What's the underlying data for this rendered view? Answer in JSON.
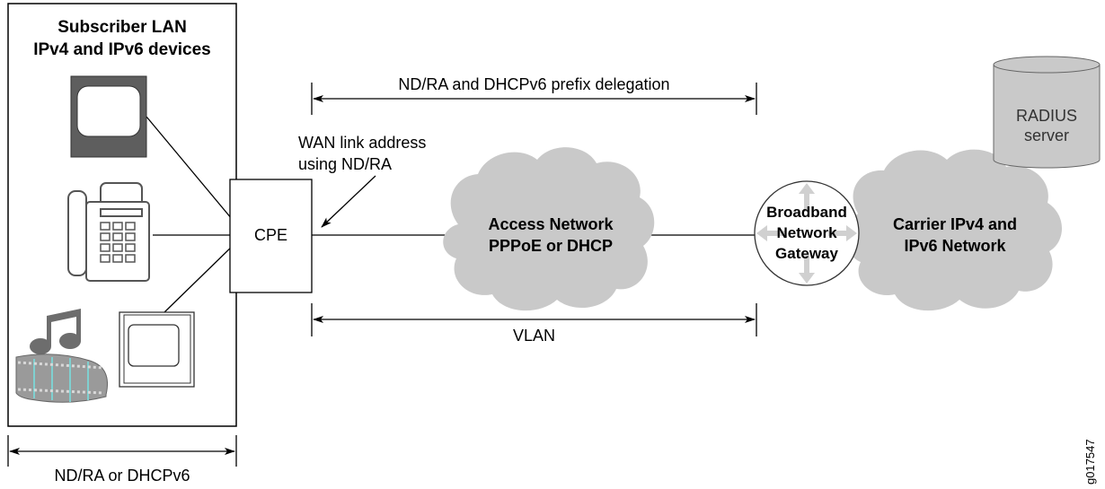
{
  "diagram": {
    "lan_box": {
      "title_line1": "Subscriber LAN",
      "title_line2": "IPv4 and IPv6 devices"
    },
    "cpe_label": "CPE",
    "wan_link_label_line1": "WAN link address",
    "wan_link_label_line2": "using ND/RA",
    "prefix_delegation_label": "ND/RA and DHCPv6 prefix delegation",
    "vlan_label": "VLAN",
    "lan_protocol_label": "ND/RA or DHCPv6",
    "access_network": {
      "line1": "Access Network",
      "line2": "PPPoE or DHCP"
    },
    "bng": {
      "line1": "Broadband",
      "line2": "Network",
      "line3": "Gateway"
    },
    "carrier_network": {
      "line1": "Carrier IPv4 and",
      "line2": "IPv6 Network"
    },
    "radius": {
      "line1": "RADIUS",
      "line2": "server"
    },
    "figure_id": "g017547"
  }
}
